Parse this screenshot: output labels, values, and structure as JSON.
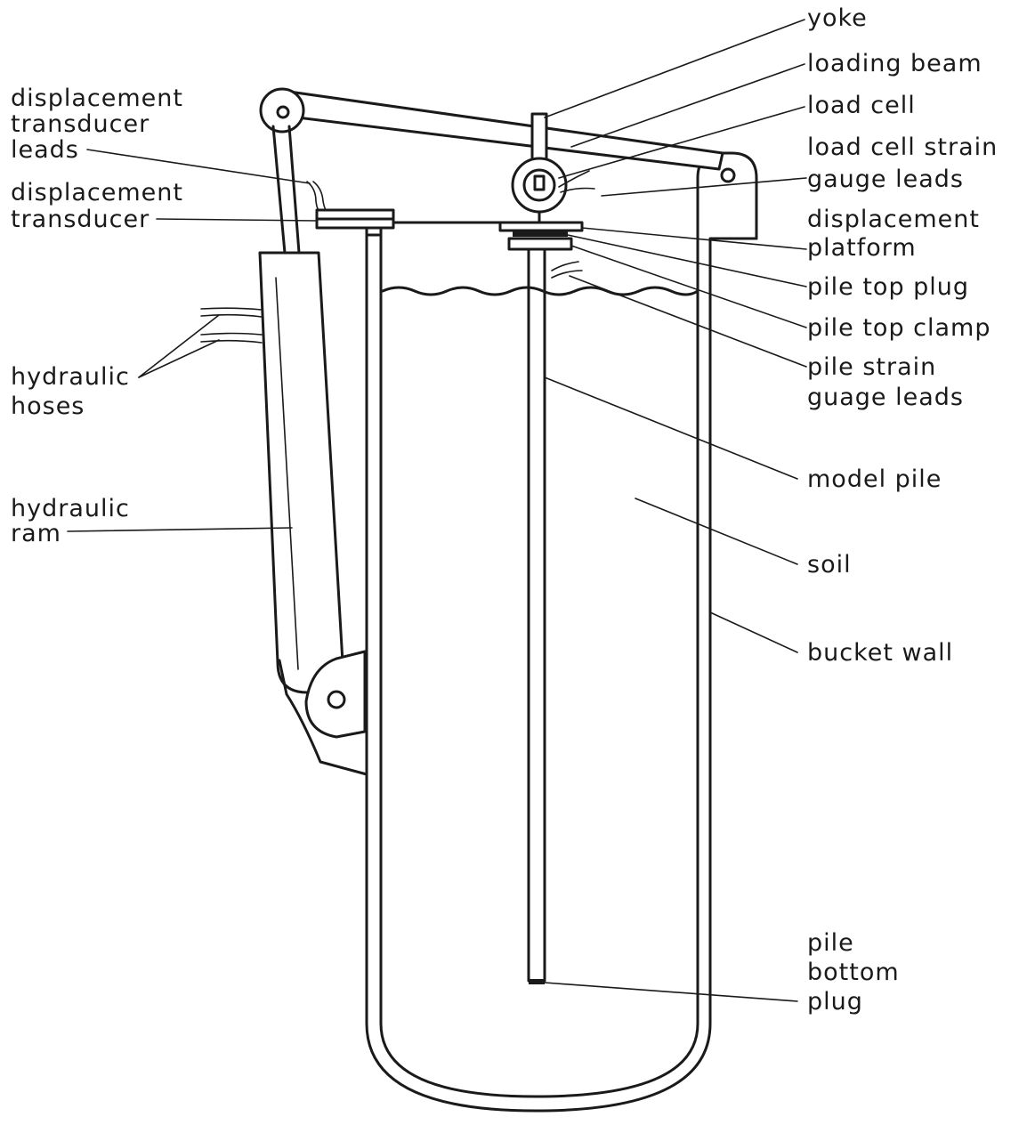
{
  "labels": {
    "yoke": "yoke",
    "loading_beam": "loading beam",
    "load_cell": "load cell",
    "load_cell_strain_1": "load cell strain",
    "load_cell_strain_2": "gauge leads",
    "displacement_platform_1": "displacement",
    "displacement_platform_2": "platform",
    "pile_top_plug": "pile top plug",
    "pile_top_clamp": "pile top clamp",
    "pile_strain_1": "pile strain",
    "pile_strain_2": "guage leads",
    "model_pile": "model pile",
    "soil": "soil",
    "bucket_wall": "bucket wall",
    "pile_bottom_1": "pile",
    "pile_bottom_2": "bottom",
    "pile_bottom_3": "plug",
    "transducer_leads_1": "displacement",
    "transducer_leads_2": "transducer",
    "transducer_leads_3": "leads",
    "transducer_1": "displacement",
    "transducer_2": "transducer",
    "hoses_1": "hydraulic",
    "hoses_2": "hoses",
    "ram_1": "hydraulic",
    "ram_2": "ram"
  }
}
